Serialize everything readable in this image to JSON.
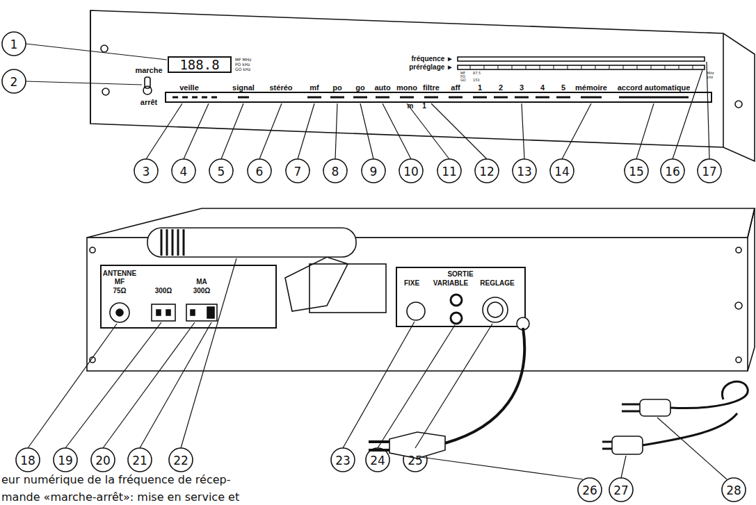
{
  "diagram": {
    "labels": [
      "188.8",
      "MF MHz",
      "PO kHz",
      "GO kHz",
      "marche",
      "arrêt",
      "veille",
      "signal",
      "stéréo",
      "mf",
      "po",
      "go",
      "auto",
      "mono",
      "filtre",
      "aff",
      "1",
      "2",
      "3",
      "4",
      "5",
      "mémoire",
      "accord automatique",
      "fréquence ►",
      "préréglage ►",
      "m",
      "1",
      "MF",
      "PO",
      "GO",
      "87.5",
      "153",
      "MHz",
      "kHz",
      "1",
      "2",
      "3",
      "4",
      "5",
      "6",
      "7",
      "8",
      "9",
      "10",
      "11",
      "12",
      "13",
      "14",
      "15",
      "16",
      "17",
      "18",
      "19",
      "20",
      "21",
      "22",
      "23",
      "24",
      "25",
      "26",
      "27",
      "28",
      "ANTENNE",
      "MF",
      "75Ω",
      "300Ω",
      "MA",
      "300Ω",
      "SORTIE",
      "FIXE",
      "VARIABLE",
      "REGLAGE",
      "eur numérique de la fréquence de récep-",
      "mande «marche-arrêt»: mise en service et"
    ]
  }
}
